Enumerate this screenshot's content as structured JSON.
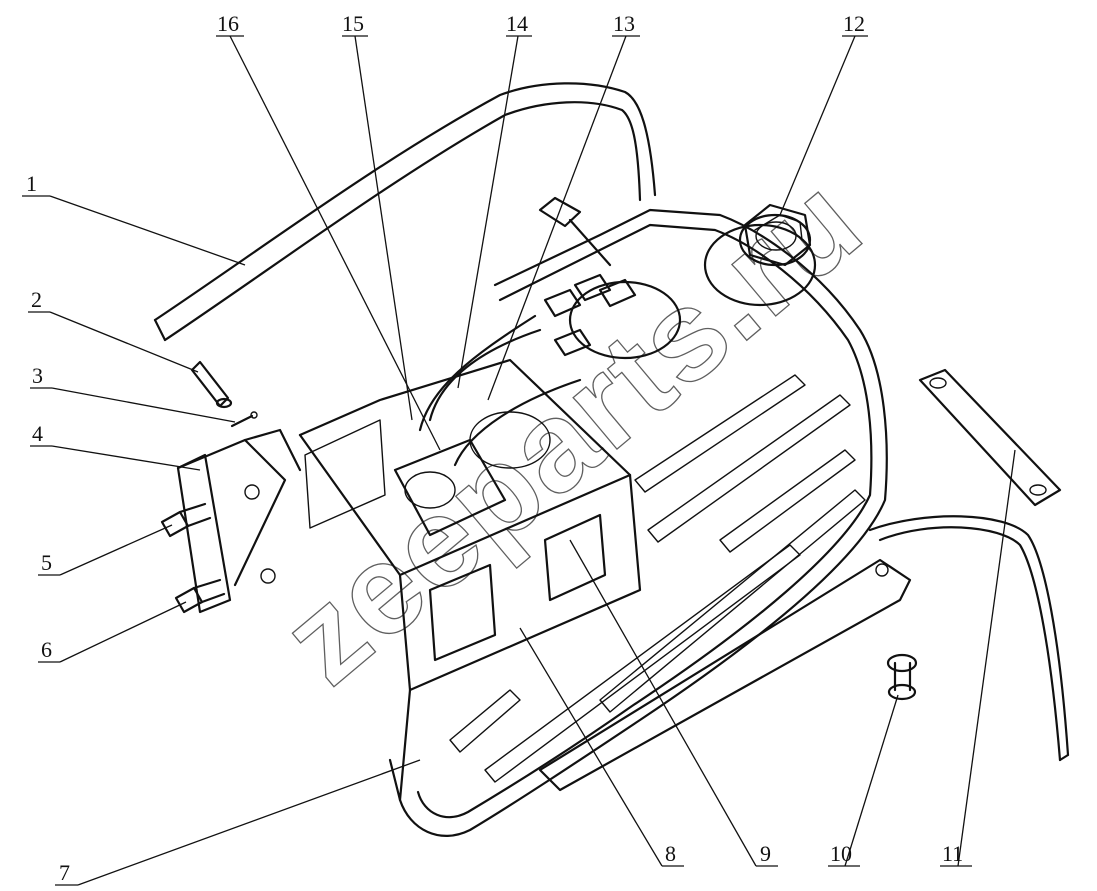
{
  "callouts": [
    {
      "label": "1"
    },
    {
      "label": "2"
    },
    {
      "label": "3"
    },
    {
      "label": "4"
    },
    {
      "label": "5"
    },
    {
      "label": "6"
    },
    {
      "label": "7"
    },
    {
      "label": "8"
    },
    {
      "label": "9"
    },
    {
      "label": "10"
    },
    {
      "label": "11"
    },
    {
      "label": "12"
    },
    {
      "label": "13"
    },
    {
      "label": "14"
    },
    {
      "label": "15"
    },
    {
      "label": "16"
    }
  ],
  "watermark": "zeeparts.ru"
}
